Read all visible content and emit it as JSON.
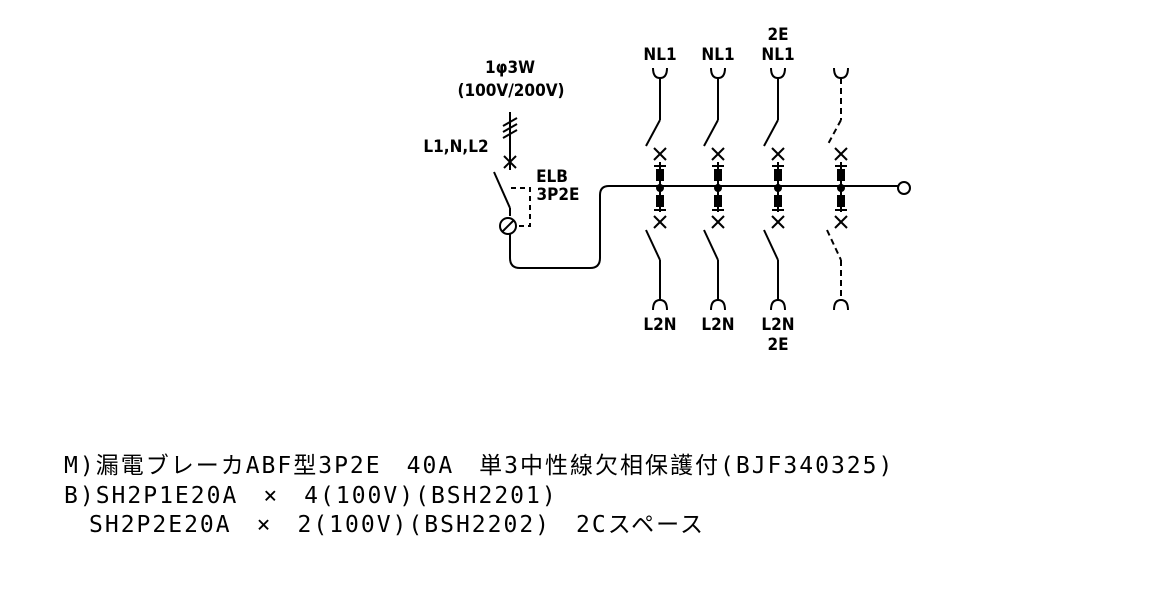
{
  "diagram": {
    "supply": {
      "phase_label": "1φ3W",
      "voltage_label": "(100V/200V)",
      "line_label": "L1,N,L2"
    },
    "main_breaker": {
      "name": "ELB",
      "poles": "3P2E"
    },
    "branches": [
      {
        "top_label": "NL1",
        "top_label_extra": "",
        "bottom_label": "L2N",
        "bottom_label_extra": "",
        "spare": false
      },
      {
        "top_label": "NL1",
        "top_label_extra": "",
        "bottom_label": "L2N",
        "bottom_label_extra": "",
        "spare": false
      },
      {
        "top_label": "NL1",
        "top_label_extra": "2E",
        "bottom_label": "L2N",
        "bottom_label_extra": "2E",
        "spare": false
      },
      {
        "top_label": "",
        "top_label_extra": "",
        "bottom_label": "",
        "bottom_label_extra": "",
        "spare": true
      }
    ]
  },
  "spec_lines": [
    "M)漏電ブレーカABF型3P2E　40A　単3中性線欠相保護付(BJF340325)",
    "B)SH2P1E20A　×　4(100V)(BSH2201)",
    "　SH2P2E20A　×　2(100V)(BSH2202)　2Cスペース"
  ],
  "colors": {
    "line": "#000000",
    "background": "#ffffff"
  }
}
